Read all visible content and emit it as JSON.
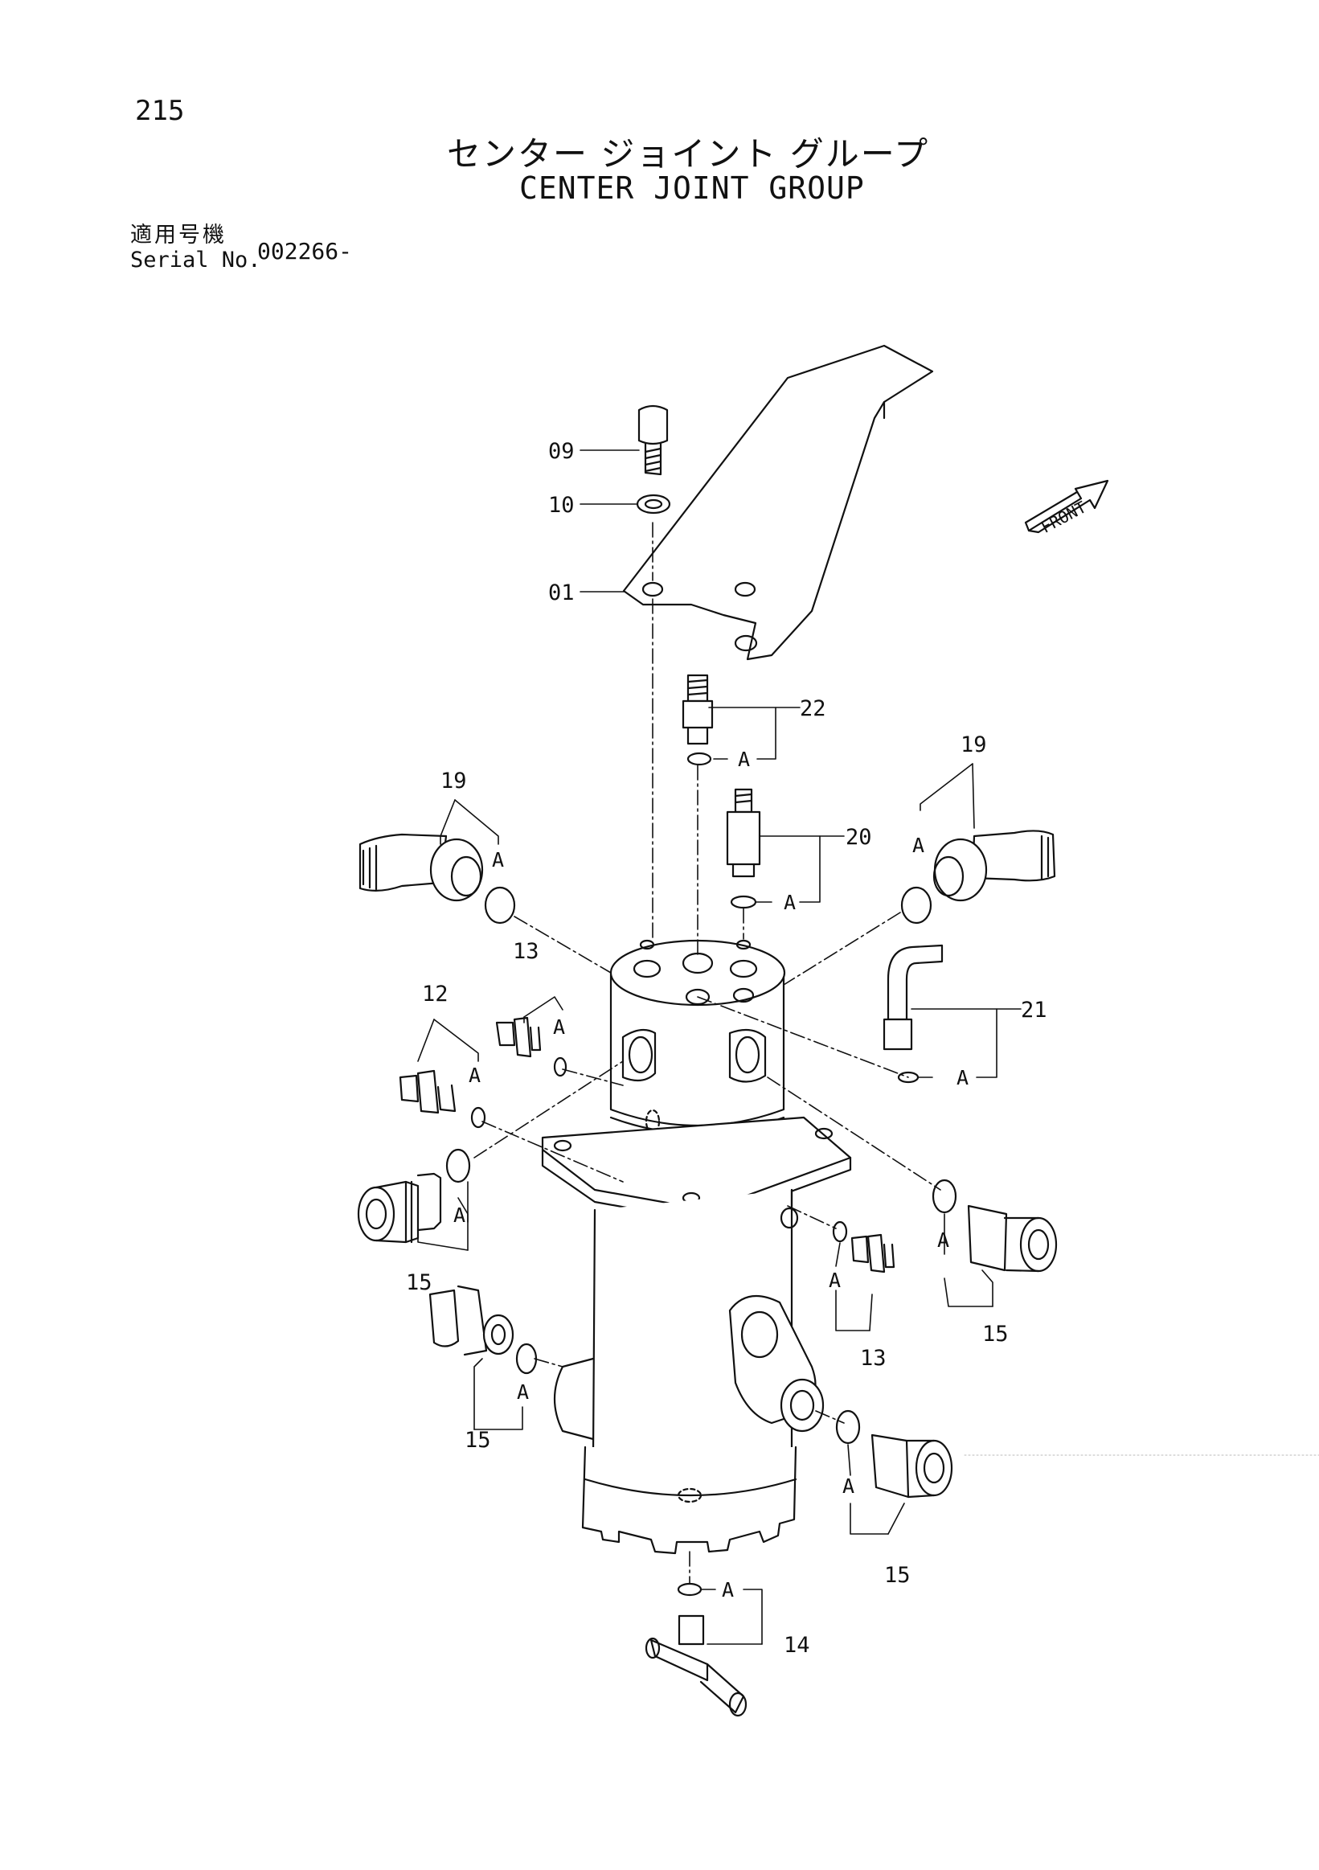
{
  "page_number": "215",
  "title_jp": "センター ジョイント グループ",
  "title_en": "CENTER JOINT GROUP",
  "serial": {
    "label_jp": "適用号機",
    "label_en": "Serial No.",
    "value": "002266-"
  },
  "front_label": "FRONT",
  "callouts": {
    "c01": "01",
    "c09": "09",
    "c10": "10",
    "c12": "12",
    "c13a": "13",
    "c13b": "13",
    "c14": "14",
    "c15a": "15",
    "c15b": "15",
    "c15c": "15",
    "c15d": "15",
    "c19a": "19",
    "c19b": "19",
    "c20": "20",
    "c21": "21",
    "c22": "22"
  },
  "seal_mark": "A"
}
